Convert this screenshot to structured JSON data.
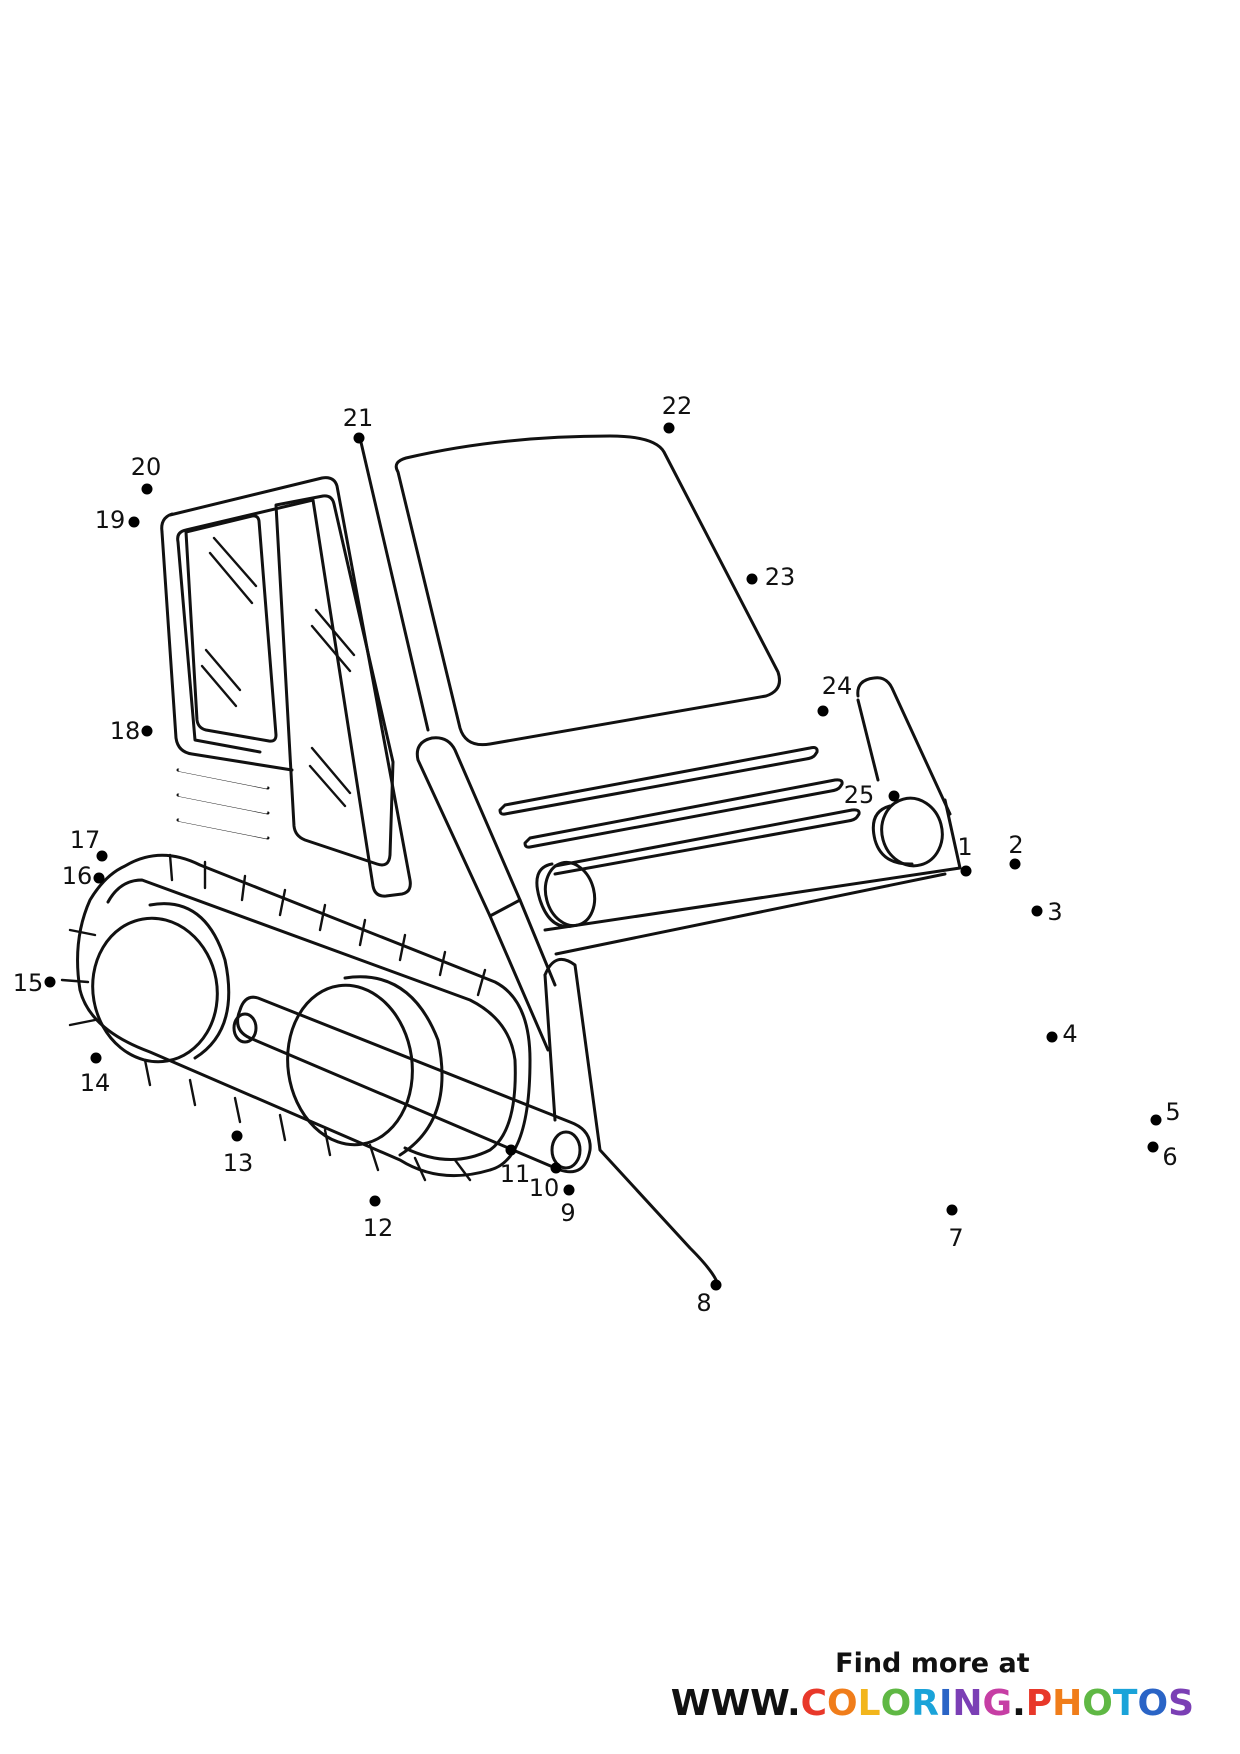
{
  "dots": [
    {
      "n": "1"
    },
    {
      "n": "2"
    },
    {
      "n": "3"
    },
    {
      "n": "4"
    },
    {
      "n": "5"
    },
    {
      "n": "6"
    },
    {
      "n": "7"
    },
    {
      "n": "8"
    },
    {
      "n": "9"
    },
    {
      "n": "10"
    },
    {
      "n": "11"
    },
    {
      "n": "12"
    },
    {
      "n": "13"
    },
    {
      "n": "14"
    },
    {
      "n": "15"
    },
    {
      "n": "16"
    },
    {
      "n": "17"
    },
    {
      "n": "18"
    },
    {
      "n": "19"
    },
    {
      "n": "20"
    },
    {
      "n": "21"
    },
    {
      "n": "22"
    },
    {
      "n": "23"
    },
    {
      "n": "24"
    },
    {
      "n": "25"
    }
  ],
  "footer": {
    "line1": "Find more at",
    "prefix": "WWW.",
    "brand_letters": [
      "C",
      "O",
      "L",
      "O",
      "R",
      "I",
      "N",
      "G",
      ".",
      "P",
      "H",
      "O",
      "T",
      "O",
      "S"
    ],
    "brand_colors": [
      "#e8382a",
      "#f07d1a",
      "#f2b51c",
      "#5fb844",
      "#1aa3d9",
      "#2a64c6",
      "#7b3fb5",
      "#c63ea4",
      "#111111",
      "#e8382a",
      "#f07d1a",
      "#5fb844",
      "#1aa3d9",
      "#2a64c6",
      "#7b3fb5"
    ]
  }
}
